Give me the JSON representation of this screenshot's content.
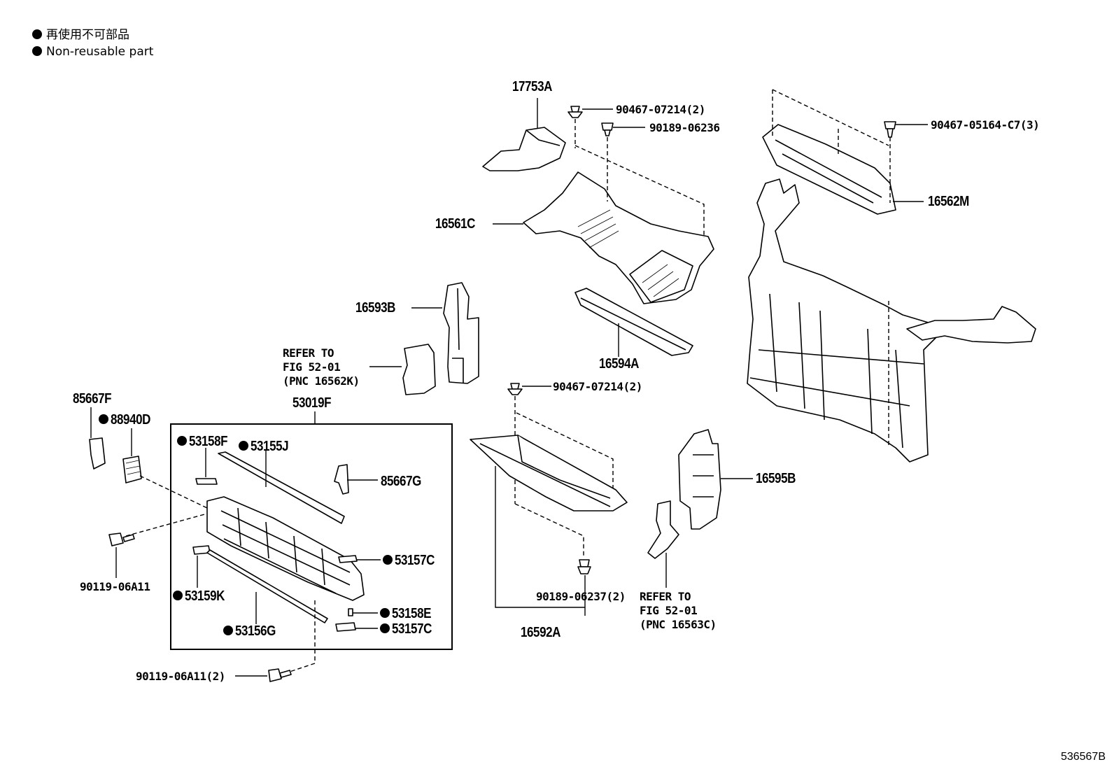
{
  "legend": {
    "line1": "再使用不可部品",
    "line2": "Non-reusable part"
  },
  "figure_number": "536567B",
  "labels": {
    "p17753A": "17753A",
    "p90467_07214_top": "90467-07214(2)",
    "p90189_06236": "90189-06236",
    "p90467_05164": "90467-05164-C7(3)",
    "p16562M": "16562M",
    "p16561C": "16561C",
    "p16593B": "16593B",
    "p16594A": "16594A",
    "refer1_l1": "REFER TO",
    "refer1_l2": "FIG 52-01",
    "refer1_l3": "(PNC 16562K)",
    "p90467_07214_mid": "90467-07214(2)",
    "p85667F": "85667F",
    "p88940D": "88940D",
    "p53019F": "53019F",
    "p53158F": "53158F",
    "p53155J": "53155J",
    "p85667G": "85667G",
    "p16595B": "16595B",
    "p90119_06A11": "90119-06A11",
    "p53157C_a": "53157C",
    "p53159K": "53159K",
    "p53158E": "53158E",
    "p53157C_b": "53157C",
    "p53156G": "53156G",
    "p90189_06237": "90189-06237(2)",
    "p16592A": "16592A",
    "refer2_l1": "REFER TO",
    "refer2_l2": "FIG 52-01",
    "refer2_l3": "(PNC 16563C)",
    "p90119_06A11_2": "90119-06A11(2)"
  }
}
